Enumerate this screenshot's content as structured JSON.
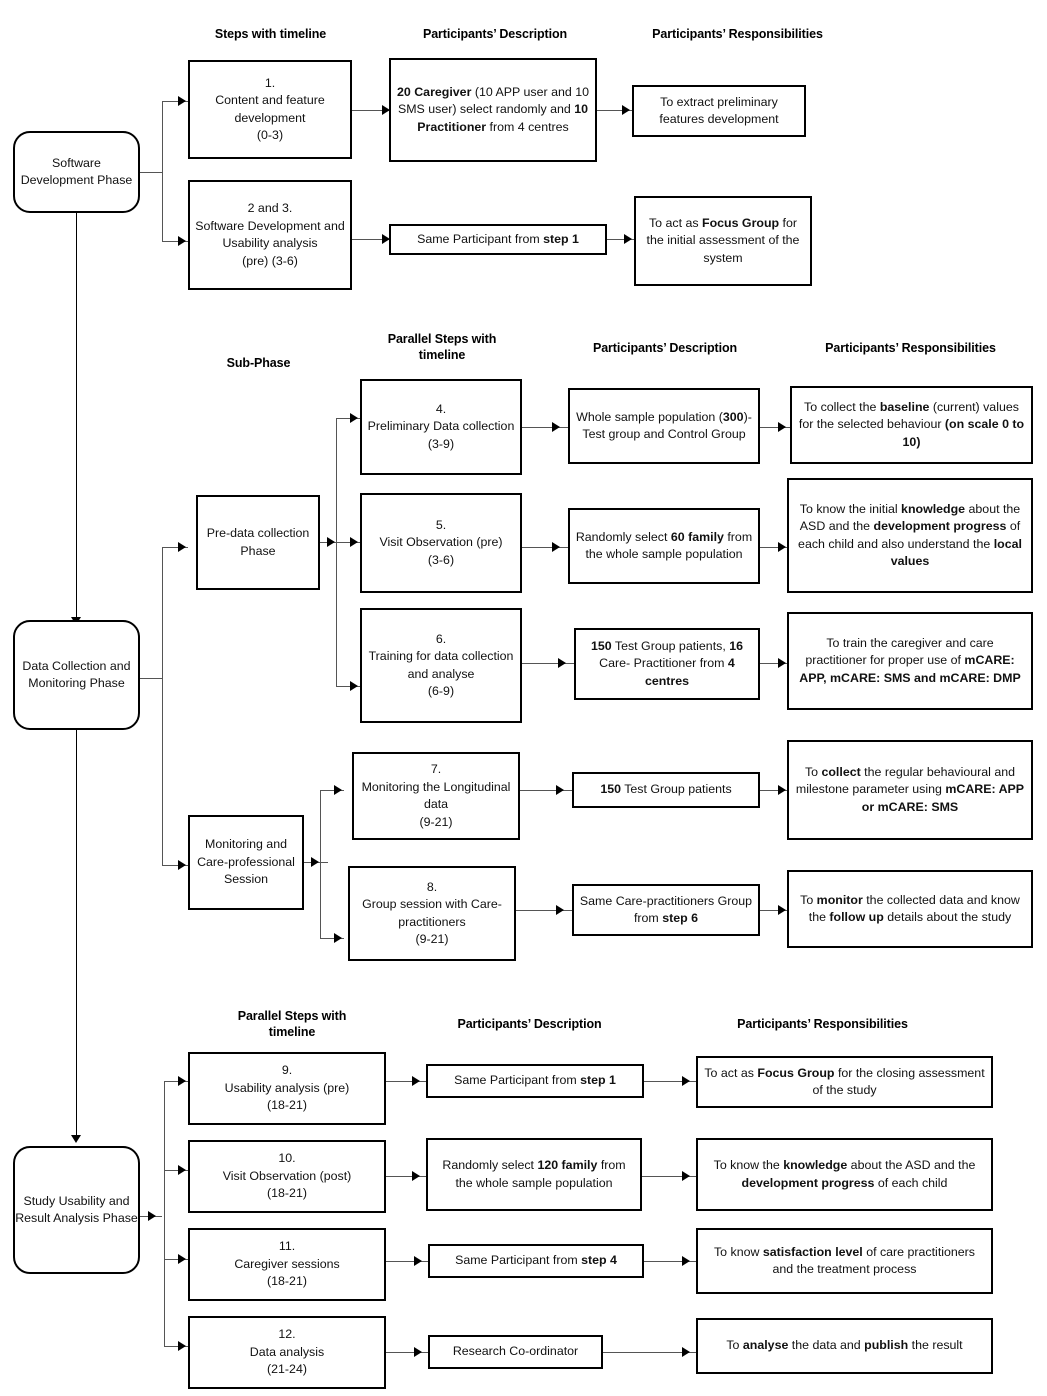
{
  "diagram": {
    "title": "mCARE study phases flowchart",
    "column_headers": {
      "top": [
        {
          "text": "Steps with timeline"
        },
        {
          "text": "Participants’ Description"
        },
        {
          "text": "Participants’ Responsibilities"
        }
      ],
      "middle": [
        {
          "text": "Sub-Phase"
        },
        {
          "text": "Parallel Steps with timeline"
        },
        {
          "text": "Participants’ Description"
        },
        {
          "text": "Participants’ Responsibilities"
        }
      ],
      "bottom": [
        {
          "text": "Parallel Steps with timeline"
        },
        {
          "text": "Participants’ Description"
        },
        {
          "text": "Participants’ Responsibilities"
        }
      ]
    },
    "phases": [
      {
        "id": "software-development-phase",
        "label": "Software Development Phase"
      },
      {
        "id": "data-collection-and-monitoring-phase",
        "label": "Data Collection and Monitoring Phase"
      },
      {
        "id": "study-usability-and-result-analysis-phase",
        "label": "Study Usability and Result Analysis Phase"
      }
    ],
    "sub_phases": [
      {
        "id": "pre-data-collection-phase",
        "label": "Pre-data collection Phase"
      },
      {
        "id": "monitoring-and-care-professional-session",
        "label": "Monitoring and Care-professional Session"
      }
    ],
    "steps": [
      {
        "number": "1.",
        "title": "Content and feature development",
        "timeline": "(0-3)"
      },
      {
        "number": "2 and 3.",
        "title": "Software Development and Usability analysis",
        "timeline": "(pre) (3-6)"
      },
      {
        "number": "4.",
        "title": "Preliminary Data collection",
        "timeline": "(3-9)"
      },
      {
        "number": "5.",
        "title": "Visit Observation (pre)",
        "timeline": "(3-6)"
      },
      {
        "number": "6.",
        "title": "Training for data collection and analyse",
        "timeline": "(6-9)"
      },
      {
        "number": "7.",
        "title": "Monitoring the Longitudinal data",
        "timeline": "(9-21)"
      },
      {
        "number": "8.",
        "title": "Group session with Care-practitioners",
        "timeline": "(9-21)"
      },
      {
        "number": "9.",
        "title": "Usability analysis (pre)",
        "timeline": "(18-21)"
      },
      {
        "number": "10.",
        "title": "Visit Observation (post)",
        "timeline": "(18-21)"
      },
      {
        "number": "11.",
        "title": "Caregiver sessions",
        "timeline": "(18-21)"
      },
      {
        "number": "12.",
        "title": "Data analysis",
        "timeline": "(21-24)"
      }
    ],
    "descriptions": [
      {
        "id": "desc-1",
        "html": "<b>20 Caregiver</b> (10 APP user and 10 SMS user) select randomly and <b>10 Practitioner</b> from 4 centres"
      },
      {
        "id": "desc-2",
        "html": "Same Participant from <b>step 1</b>"
      },
      {
        "id": "desc-4",
        "html": "Whole sample population (<b>300</b>)- Test group and Control Group"
      },
      {
        "id": "desc-5",
        "html": "Randomly select <b>60 family</b> from the whole sample population"
      },
      {
        "id": "desc-6",
        "html": "<b>150</b> Test Group patients, <b>16</b> Care- Practitioner from <b>4 centres</b>"
      },
      {
        "id": "desc-7",
        "html": "<b>150</b> Test Group patients"
      },
      {
        "id": "desc-8",
        "html": "Same Care-practitioners Group from <b>step 6</b>"
      },
      {
        "id": "desc-9",
        "html": "Same Participant from <b>step 1</b>"
      },
      {
        "id": "desc-10",
        "html": "Randomly select <b>120 family</b> from the whole sample population"
      },
      {
        "id": "desc-11",
        "html": "Same Participant from <b>step 4</b>"
      },
      {
        "id": "desc-12",
        "html": "Research Co-ordinator"
      }
    ],
    "responsibilities": [
      {
        "id": "resp-1",
        "html": "To extract preliminary features development"
      },
      {
        "id": "resp-2",
        "html": "To act as <b>Focus Group</b> for the initial assessment of the system"
      },
      {
        "id": "resp-4",
        "html": "To collect the <b>baseline</b> (current) values for the selected behaviour <b>(on scale 0 to 10)</b>"
      },
      {
        "id": "resp-5",
        "html": "To know the initial <b>knowledge</b> about the ASD and the <b>development progress</b> of each child and also understand the <b>local values</b>"
      },
      {
        "id": "resp-6",
        "html": "To train the caregiver and care practitioner for proper use of <b>mCARE: APP, mCARE: SMS and mCARE: DMP</b>"
      },
      {
        "id": "resp-7",
        "html": "To <b>collect</b> the regular behavioural and milestone parameter using <b>mCARE: APP or mCARE: SMS</b>"
      },
      {
        "id": "resp-8",
        "html": "To <b>monitor</b> the collected data and know the <b>follow up</b> details about the study"
      },
      {
        "id": "resp-9",
        "html": "To act as <b>Focus Group</b> for the closing assessment of the study"
      },
      {
        "id": "resp-10",
        "html": "To know the <b>knowledge</b> about the ASD and the <b>development progress</b> of each child"
      },
      {
        "id": "resp-11",
        "html": "To know <b>satisfaction level</b> of care practitioners and the treatment process"
      },
      {
        "id": "resp-12",
        "html": "To <b>analyse</b> the data and <b>publish</b> the result"
      }
    ],
    "colors": {
      "box_border": "#000000",
      "connector": "#555555",
      "background": "#ffffff"
    }
  }
}
